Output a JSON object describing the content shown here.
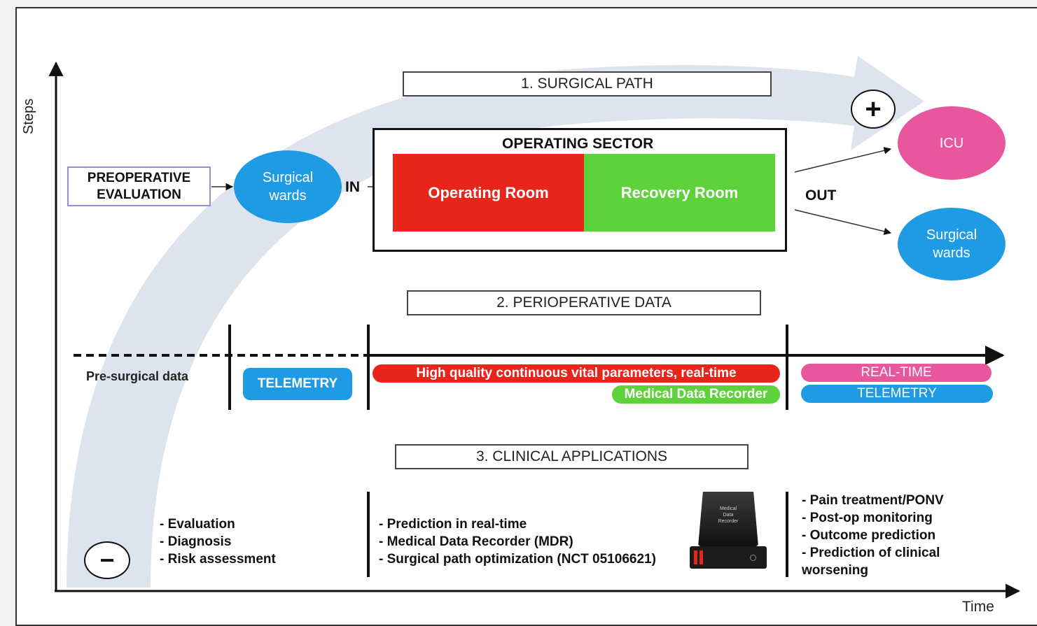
{
  "axes": {
    "y_label": "Steps",
    "x_label": "Time"
  },
  "headers": {
    "surgical_path": "1. SURGICAL PATH",
    "perioperative_data": "2. PERIOPERATIVE DATA",
    "clinical_applications": "3. CLINICAL APPLICATIONS"
  },
  "flow": {
    "preop_line1": "PREOPERATIVE",
    "preop_line2": "EVALUATION",
    "surgical_wards_1": "Surgical\nwards",
    "in_label": "IN",
    "operating_sector_title": "OPERATING SECTOR",
    "operating_room": "Operating Room",
    "recovery_room": "Recovery Room",
    "out_label": "OUT",
    "icu": "ICU",
    "surgical_wards_2": "Surgical\nwards"
  },
  "data_row": {
    "pre_surgical": "Pre-surgical data",
    "telemetry_1": "TELEMETRY",
    "high_quality": "High quality continuous vital parameters, real-time",
    "mdr": "Medical Data Recorder",
    "real_time": "REAL-TIME",
    "telemetry_2": "TELEMETRY"
  },
  "applications": {
    "col1": [
      "Evaluation",
      "Diagnosis",
      "Risk assessment"
    ],
    "col2": [
      "Prediction in real-time",
      "Medical Data Recorder (MDR)",
      "Surgical path optimization (NCT 05106621)"
    ],
    "col3": [
      "Pain treatment/PONV",
      "Post-op monitoring",
      "Outcome prediction",
      "Prediction of clinical worsening"
    ]
  },
  "device_label": "Medical\nData\nRecorder",
  "symbols": {
    "plus": "+",
    "minus": "−"
  },
  "colors": {
    "operating_room": "#e8251b",
    "recovery_room": "#5dd23a",
    "blue": "#1e9be3",
    "pink": "#e8579e",
    "arrow_band": "#dde4ee",
    "preop_border": "#9a8fd6"
  }
}
